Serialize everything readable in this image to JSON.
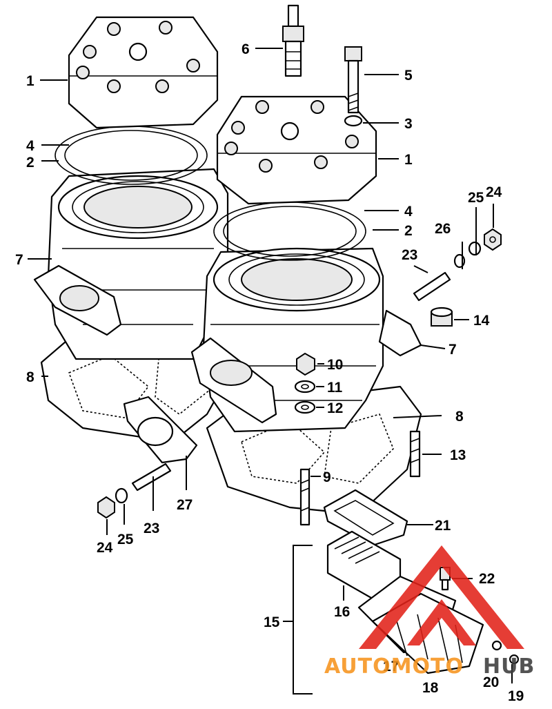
{
  "callouts": {
    "c1a": "1",
    "c1b": "1",
    "c2a": "2",
    "c2b": "2",
    "c3": "3",
    "c4a": "4",
    "c4b": "4",
    "c5": "5",
    "c6": "6",
    "c7a": "7",
    "c7b": "7",
    "c8a": "8",
    "c8b": "8",
    "c9": "9",
    "c10": "10",
    "c11": "11",
    "c12": "12",
    "c13": "13",
    "c14": "14",
    "c15": "15",
    "c16": "16",
    "c17": "17",
    "c18": "18",
    "c19": "19",
    "c20": "20",
    "c21": "21",
    "c22": "22",
    "c23a": "23",
    "c23b": "23",
    "c24a": "24",
    "c24b": "24",
    "c25a": "25",
    "c25b": "25",
    "c26": "26",
    "c27": "27"
  },
  "watermark": {
    "part1": "AUTOMOTO",
    "part2": "HUB",
    "accent_color": "#e2231a",
    "orange_color": "#f7941d",
    "dark_color": "#3c3c3c"
  }
}
